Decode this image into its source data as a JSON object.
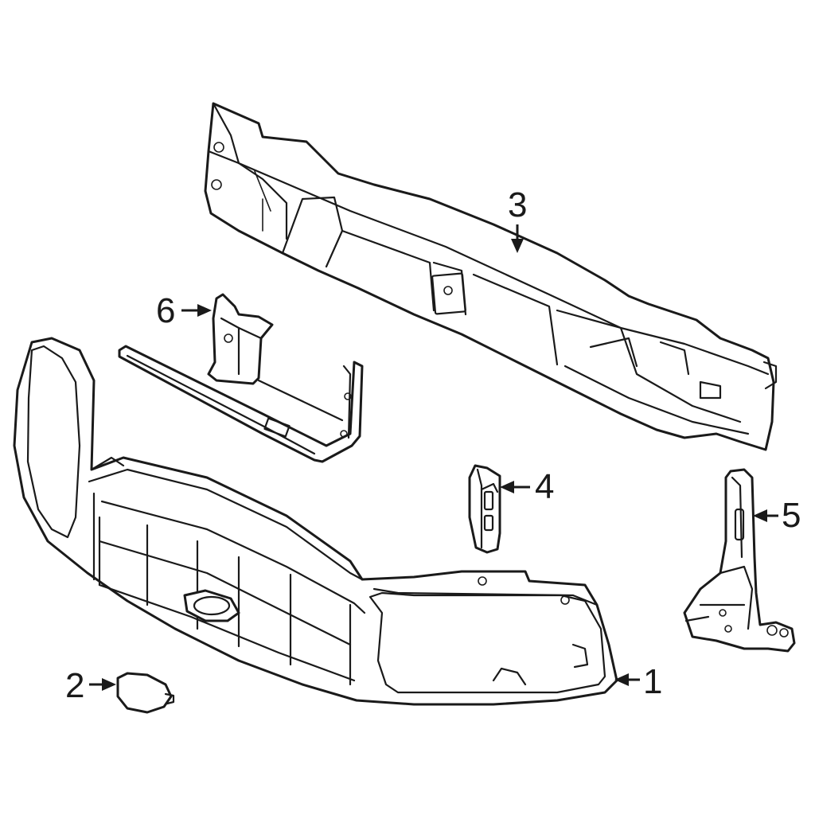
{
  "diagram": {
    "callouts": [
      {
        "id": "callout-1",
        "number": "1"
      },
      {
        "id": "callout-2",
        "number": "2"
      },
      {
        "id": "callout-3",
        "number": "3"
      },
      {
        "id": "callout-4",
        "number": "4"
      },
      {
        "id": "callout-5",
        "number": "5"
      },
      {
        "id": "callout-6",
        "number": "6"
      }
    ]
  }
}
